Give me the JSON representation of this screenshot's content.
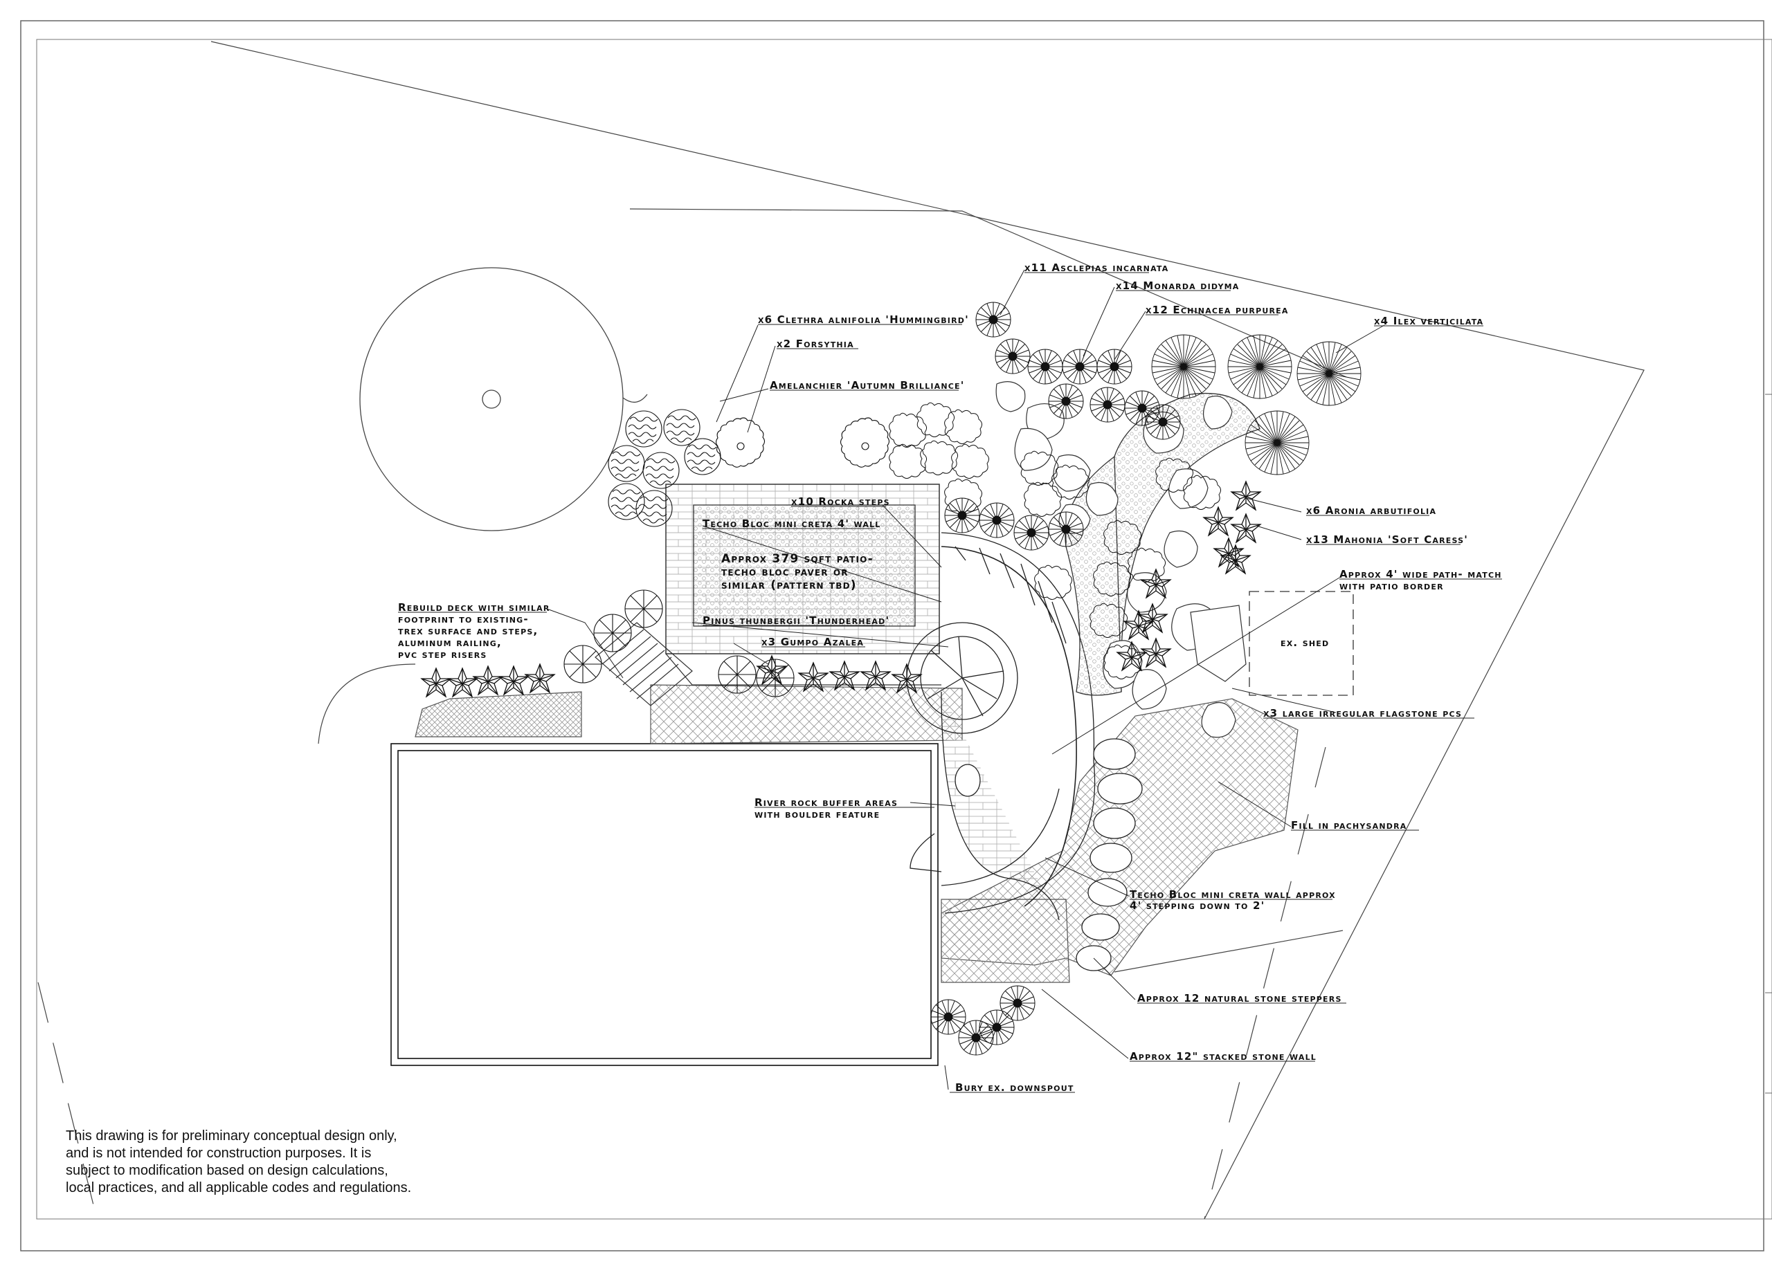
{
  "labels": {
    "asclepias": "x11 Asclepias incarnata",
    "monarda": "x14 Monarda didyma",
    "echinacea": "x12 Echinacea purpurea",
    "ilex": "x4 Ilex verticilata",
    "clethra": "x6 Clethra alnifolia 'Hummingbird'",
    "forsythia": "x2 Forsythia",
    "amelanchier": "Amelanchier 'Autumn Brilliance'",
    "aronia": "x6 Aronia arbutifolia",
    "mahonia": "x13 Mahonia 'Soft Caress'",
    "path": [
      "Approx 4' wide path- match",
      "with patio border"
    ],
    "rocka_steps": "x10 Rocka steps",
    "techo_wall_4": "Techo Bloc mini creta 4' wall",
    "patio": [
      "Approx 379 sqft patio-",
      "techo bloc paver or",
      "similar (pattern tbd)"
    ],
    "pinus": "Pinus thunbergii 'Thunderhead'",
    "gumpo": "x3 Gumpo Azalea",
    "deck": [
      "Rebuild deck with similar",
      "footprint to existing-",
      "trex surface and steps,",
      "aluminum railing,",
      "pvc step risers"
    ],
    "shed": "ex. shed",
    "flagstone": "x3 large irregular flagstone pcs",
    "pachysandra": "Fill in pachysandra",
    "river_rock": [
      "River rock buffer areas",
      "with boulder feature"
    ],
    "techo_wall_step": [
      "Techo Bloc mini creta wall approx",
      "4' stepping down to 2'"
    ],
    "steppers": "Approx 12 natural stone steppers",
    "stacked_wall": "Approx 12\" stacked stone wall",
    "downspout": "Bury ex. downspout"
  },
  "disclaimer": {
    "lines": [
      "This drawing is for preliminary conceptual design only,",
      "and is not intended for construction purposes. It is",
      "subject to modification based on design calculations,",
      "local practices, and all applicable codes and regulations."
    ]
  }
}
